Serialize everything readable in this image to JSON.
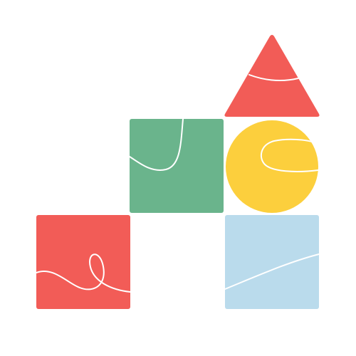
{
  "colors": {
    "background": "#ffffff",
    "red": "#f25c57",
    "green": "#6ab48c",
    "yellow": "#fccf3d",
    "light_blue": "#badbec",
    "line": "#ffffff"
  },
  "shapes": [
    {
      "name": "red-triangle",
      "kind": "triangle",
      "color": "red"
    },
    {
      "name": "green-square",
      "kind": "square",
      "color": "green"
    },
    {
      "name": "yellow-circle",
      "kind": "circle",
      "color": "yellow"
    },
    {
      "name": "red-square",
      "kind": "square",
      "color": "red"
    },
    {
      "name": "light-blue-square",
      "kind": "square",
      "color": "light_blue"
    }
  ]
}
